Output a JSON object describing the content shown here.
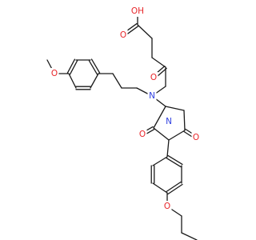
{
  "molecule": {
    "colors": {
      "bond": "#1a1a1a",
      "oxygen": "#e8262a",
      "nitrogen": "#3040e0"
    },
    "atoms": {
      "carboxyl_oh": {
        "text": "OH",
        "element": "O"
      },
      "carboxyl_o": {
        "text": "O",
        "element": "O"
      },
      "amide_o": {
        "text": "O",
        "element": "O"
      },
      "amine_n": {
        "text": "N",
        "element": "N"
      },
      "methoxy_o": {
        "text": "O",
        "element": "O"
      },
      "imide_o_left": {
        "text": "O",
        "element": "O"
      },
      "imide_o_right": {
        "text": "O",
        "element": "O"
      },
      "imide_n": {
        "text": "N",
        "element": "N"
      },
      "ether_o": {
        "text": "O",
        "element": "O"
      }
    }
  }
}
